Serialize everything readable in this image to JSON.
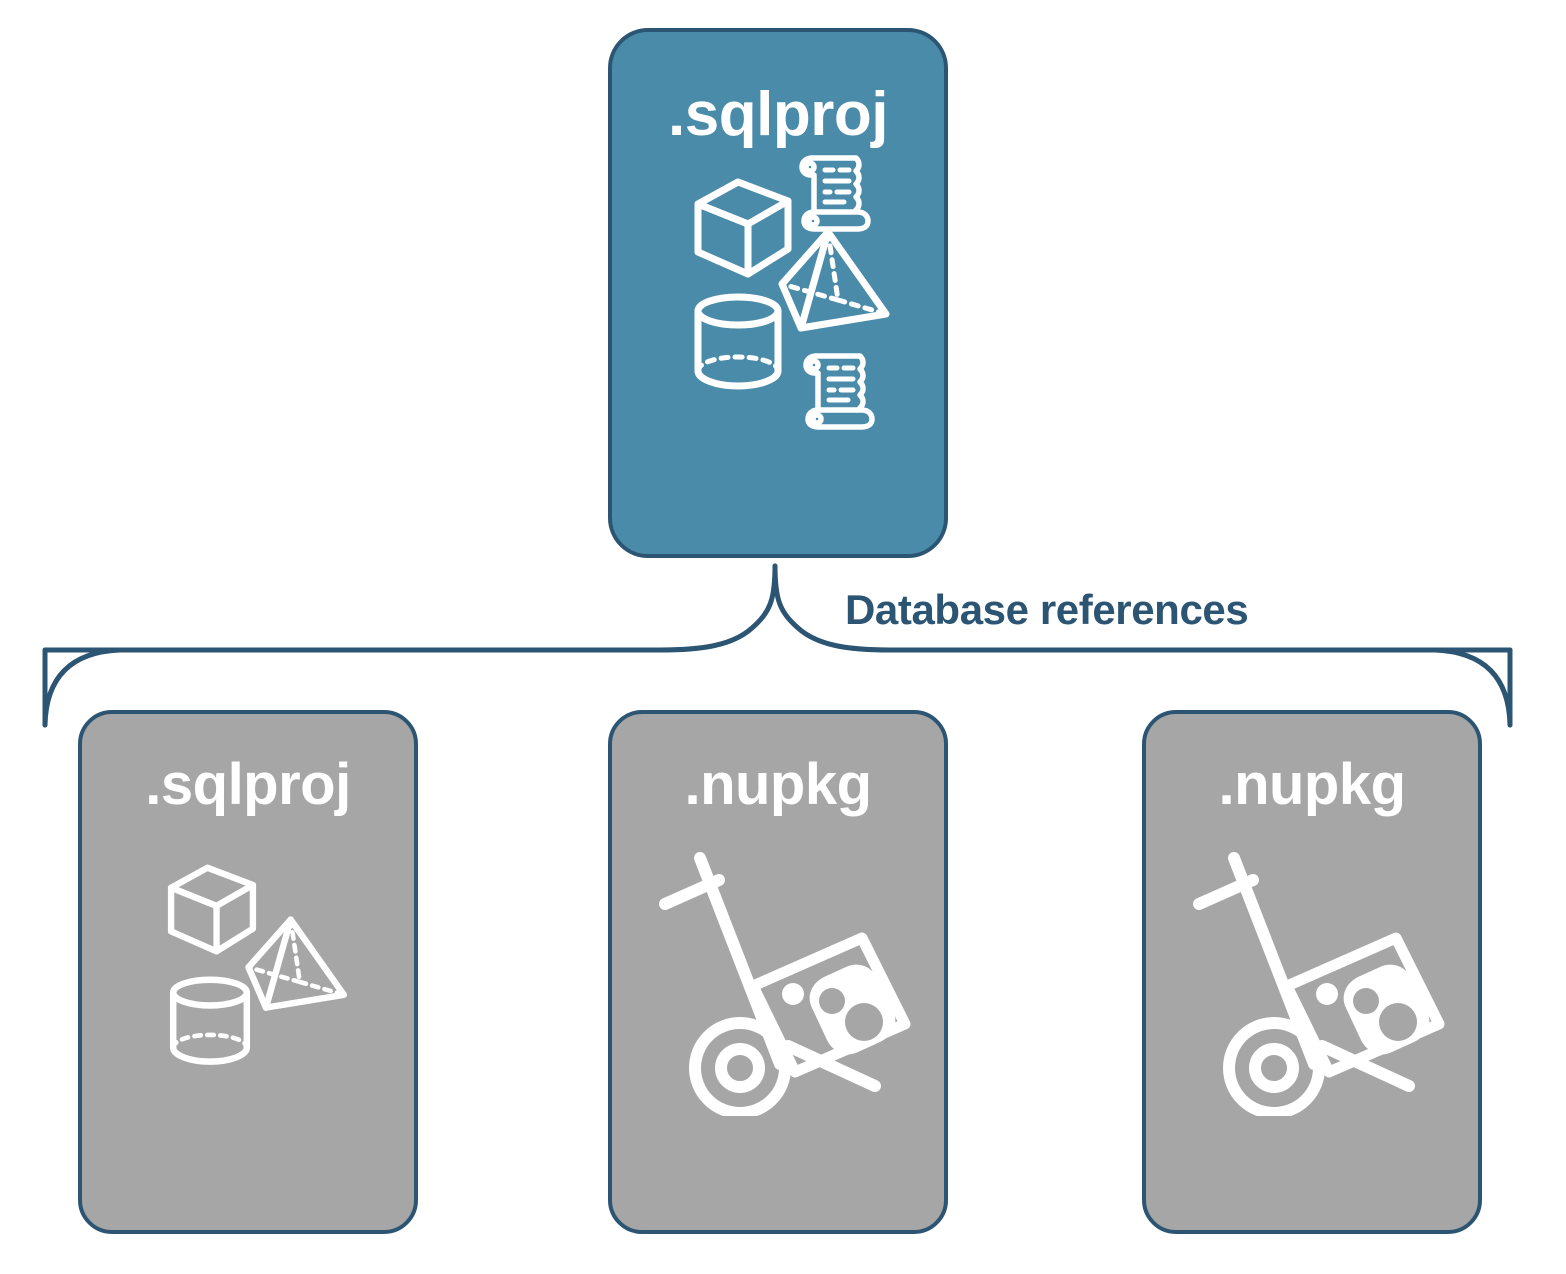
{
  "diagram": {
    "title": "Database references",
    "colors": {
      "parent_fill": "#4A8BAA",
      "child_fill": "#A6A6A6",
      "stroke": "#2C5573",
      "label_text": "#2C5573",
      "node_text": "#FFFFFF",
      "background": "#FFFFFF"
    },
    "connector": {
      "label": "Database references",
      "shape": "curly-brace",
      "icon_name": "curly-brace-connector"
    },
    "parent": {
      "label": ".sqlproj",
      "fill": "#4A8BAA",
      "icons": [
        "cube-wireframe-icon",
        "scroll-script-icon",
        "pyramid-wireframe-icon",
        "cylinder-wireframe-icon",
        "scroll-script-icon"
      ]
    },
    "children": [
      {
        "label": ".sqlproj",
        "fill": "#A6A6A6",
        "icons": [
          "cube-wireframe-icon",
          "pyramid-wireframe-icon",
          "cylinder-wireframe-icon"
        ]
      },
      {
        "label": ".nupkg",
        "fill": "#A6A6A6",
        "icons": [
          "hand-truck-package-icon"
        ]
      },
      {
        "label": ".nupkg",
        "fill": "#A6A6A6",
        "icons": [
          "hand-truck-package-icon"
        ]
      }
    ]
  }
}
